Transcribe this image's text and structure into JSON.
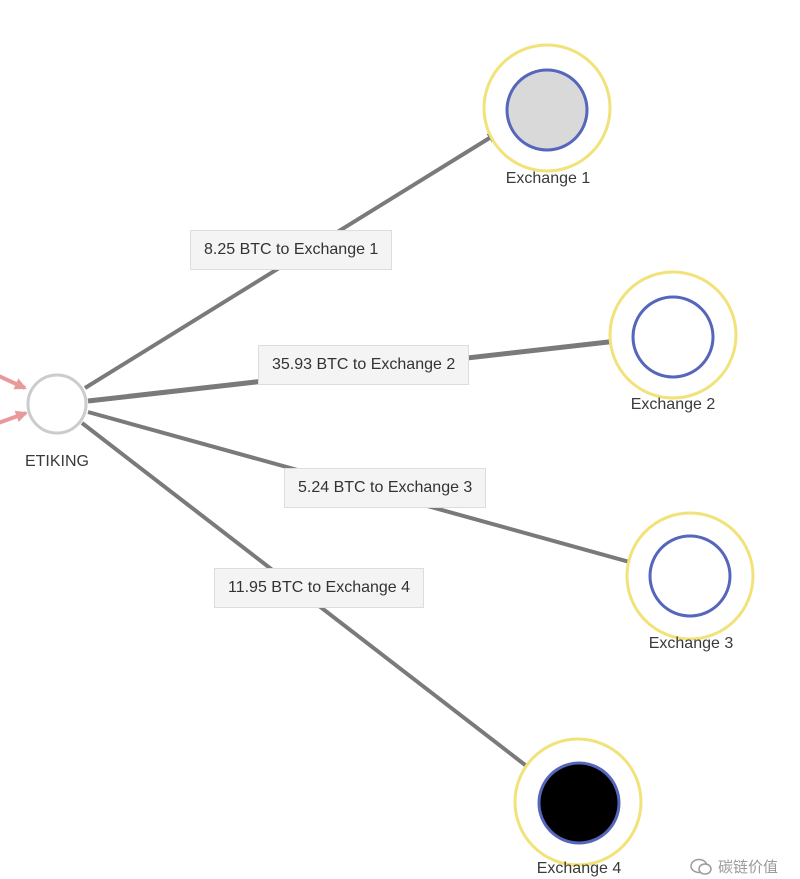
{
  "source": {
    "label": "ETIKING"
  },
  "exchanges": [
    {
      "label": "Exchange 1",
      "fill": "#d9d9d9"
    },
    {
      "label": "Exchange 2",
      "fill": "#ffffff"
    },
    {
      "label": "Exchange 3",
      "fill": "#ffffff"
    },
    {
      "label": "Exchange 4",
      "fill": "#000000"
    }
  ],
  "edges": [
    {
      "label": "8.25 BTC to Exchange 1"
    },
    {
      "label": "35.93 BTC to Exchange 2"
    },
    {
      "label": "5.24 BTC to Exchange 3"
    },
    {
      "label": "11.95 BTC to Exchange 4"
    }
  ],
  "watermark": {
    "text": "碳链价值"
  },
  "colors": {
    "edge": "#7a7a7a",
    "halo": "#f1e27a",
    "ring": "#5566bb",
    "source_ring": "#cccccc",
    "incoming": "#e89a9a"
  }
}
